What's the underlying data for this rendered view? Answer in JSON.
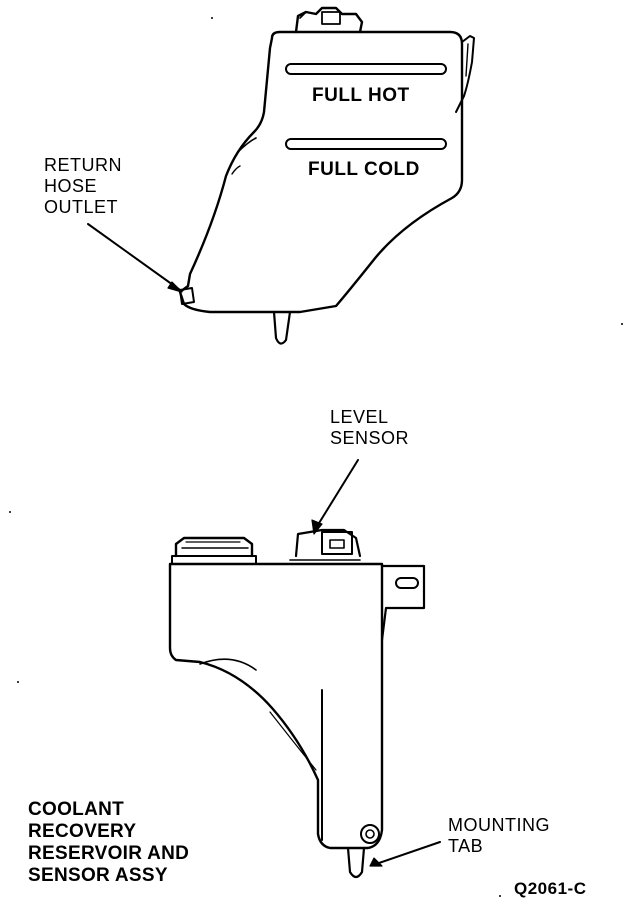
{
  "upper_view": {
    "tank_markings": {
      "full_hot": "FULL HOT",
      "full_cold": "FULL COLD"
    },
    "return_hose_callout": [
      "RETURN",
      "HOSE",
      "OUTLET"
    ]
  },
  "lower_view": {
    "level_sensor_callout": [
      "LEVEL",
      "SENSOR"
    ],
    "mounting_tab_callout": [
      "MOUNTING",
      "TAB"
    ]
  },
  "caption": [
    "COOLANT",
    "RECOVERY",
    "RESERVOIR AND",
    "SENSOR ASSY"
  ],
  "figure_id": "Q2061-C",
  "colors": {
    "ink": "#000000",
    "paper": "#ffffff"
  }
}
